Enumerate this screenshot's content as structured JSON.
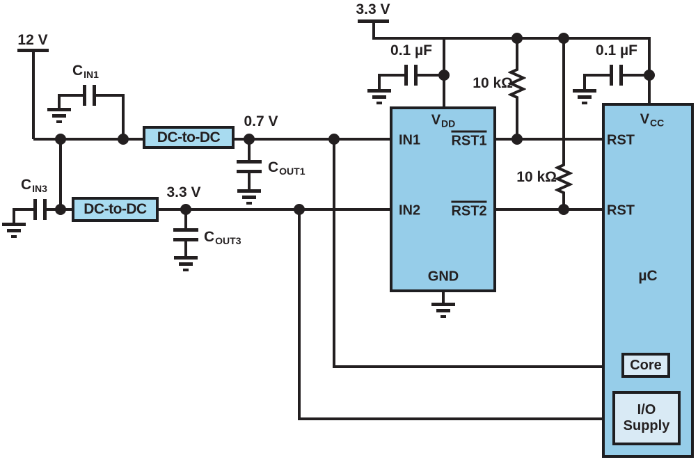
{
  "labels": {
    "supply12": "12 V",
    "supply33_top": "3.3 V",
    "v07": "0.7 V",
    "v33_mid": "3.3 V",
    "cap01_left": "0.1 µF",
    "cap01_right": "0.1 µF",
    "r10k_left": "10 kΩ",
    "r10k_right": "10 kΩ",
    "dcdc_top": "DC-to-DC",
    "dcdc_bottom": "DC-to-DC",
    "cin1": {
      "base": "C",
      "sub": "IN1"
    },
    "cin3": {
      "base": "C",
      "sub": "IN3"
    },
    "cout1": {
      "base": "C",
      "sub": "OUT1"
    },
    "cout3": {
      "base": "C",
      "sub": "OUT3"
    }
  },
  "supervisor_ic": {
    "vdd": {
      "base": "V",
      "sub": "DD"
    },
    "in1": "IN1",
    "rst1": "RST1",
    "in2": "IN2",
    "rst2": "RST2",
    "gnd": "GND"
  },
  "microcontroller": {
    "vcc": {
      "base": "V",
      "sub": "CC"
    },
    "rst_top": "RST",
    "rst_bottom": "RST",
    "name": "µC",
    "core": "Core",
    "io_line1": "I/O",
    "io_line2": "Supply"
  },
  "colors": {
    "wire": "#231f20",
    "ic_fill": "#96cde9",
    "dc_fill": "#a8dbf0",
    "inner_fill": "#d9eaf5",
    "background": "#ffffff"
  }
}
